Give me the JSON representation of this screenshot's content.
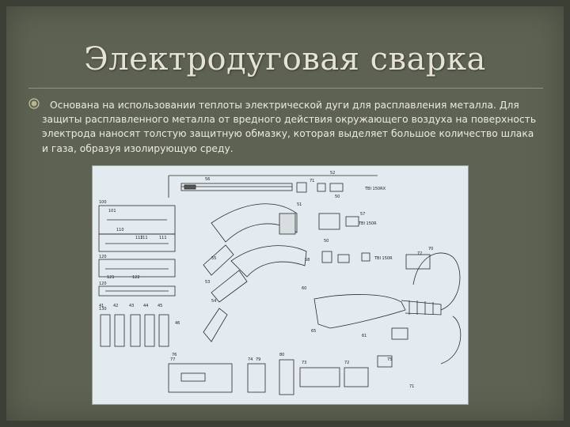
{
  "slide": {
    "title": "Электродуговая сварка",
    "bullet_text": "Основана на использовании теплоты электрической дуги для расплавления металла. Для защиты расплавленного металла от вредного действия окружающего воздуха на поверхность электрода наносят толстую защитную обмазку, которая выделяет большое количество шлака и газа, образуя изолирующую среду."
  },
  "figure": {
    "part_labels": [
      "52",
      "56",
      "71",
      "50",
      "100",
      "101",
      "51",
      "57",
      "50",
      "110",
      "111",
      "112",
      "111",
      "120",
      "58",
      "55",
      "121",
      "122",
      "53",
      "120",
      "72",
      "70",
      "54",
      "130",
      "60",
      "41",
      "42",
      "43",
      "44",
      "45",
      "46",
      "65",
      "61",
      "76",
      "80",
      "79",
      "74",
      "73",
      "72",
      "71",
      "75",
      "77"
    ],
    "model_labels": [
      "TBI 150RX",
      "TBI 150R",
      "TBI 150R"
    ]
  },
  "colors": {
    "slide_bg": "#5d6252",
    "title": "#e6e3d5",
    "text": "#ecebe3",
    "diagram_bg": "#e3ebf0"
  }
}
